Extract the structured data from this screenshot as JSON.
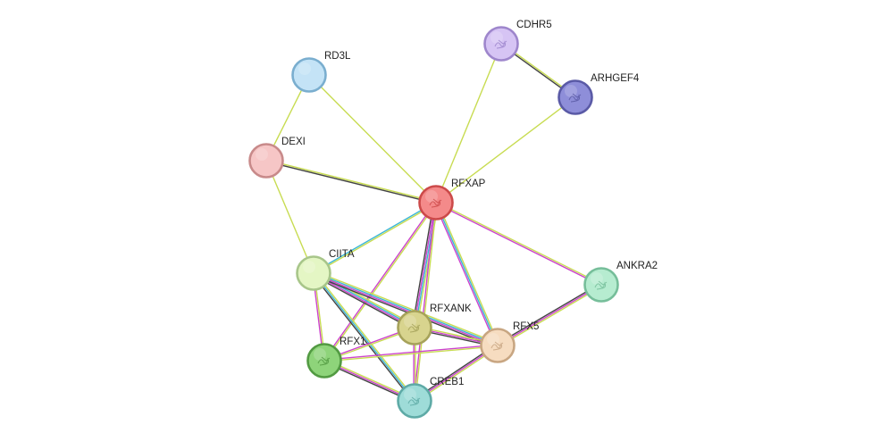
{
  "nodes": [
    {
      "id": "RD3L",
      "label": "RD3L",
      "color": "#c4e3f6",
      "border": "#7aaecf",
      "icon": "empty-node-icon"
    },
    {
      "id": "CDHR5",
      "label": "CDHR5",
      "color": "#d6c4f4",
      "border": "#9e86cc",
      "icon": "protein-structure-icon"
    },
    {
      "id": "ARHGEF4",
      "label": "ARHGEF4",
      "color": "#8e8ed9",
      "border": "#5a5aa6",
      "icon": "protein-structure-icon"
    },
    {
      "id": "DEXI",
      "label": "DEXI",
      "color": "#f6c6c6",
      "border": "#c88a8a",
      "icon": "empty-node-icon"
    },
    {
      "id": "RFXAP",
      "label": "RFXAP",
      "color": "#f48a8a",
      "border": "#cc4a4a",
      "icon": "protein-structure-icon"
    },
    {
      "id": "CIITA",
      "label": "CIITA",
      "color": "#e4f6c4",
      "border": "#a8c68a",
      "icon": "empty-node-icon"
    },
    {
      "id": "ANKRA2",
      "label": "ANKRA2",
      "color": "#b6ecd0",
      "border": "#76be9a",
      "icon": "protein-structure-icon"
    },
    {
      "id": "RFXANK",
      "label": "RFXANK",
      "color": "#d8d48e",
      "border": "#a6a25a",
      "icon": "protein-structure-icon"
    },
    {
      "id": "RFX5",
      "label": "RFX5",
      "color": "#f6dcc0",
      "border": "#c8a682",
      "icon": "protein-structure-icon"
    },
    {
      "id": "RFX1",
      "label": "RFX1",
      "color": "#8ed47a",
      "border": "#529a42",
      "icon": "protein-structure-icon"
    },
    {
      "id": "CREB1",
      "label": "CREB1",
      "color": "#9edcd8",
      "border": "#5eaaa6",
      "icon": "protein-structure-icon"
    }
  ],
  "edges": [
    {
      "source": "RD3L",
      "target": "DEXI",
      "evidence": [
        "#c8dc52"
      ]
    },
    {
      "source": "RD3L",
      "target": "RFXAP",
      "evidence": [
        "#c8dc52"
      ]
    },
    {
      "source": "CDHR5",
      "target": "ARHGEF4",
      "evidence": [
        "#c8dc52",
        "#444444"
      ]
    },
    {
      "source": "CDHR5",
      "target": "RFXAP",
      "evidence": [
        "#c8dc52"
      ]
    },
    {
      "source": "ARHGEF4",
      "target": "RFXAP",
      "evidence": [
        "#c8dc52"
      ]
    },
    {
      "source": "DEXI",
      "target": "RFXAP",
      "evidence": [
        "#c8dc52",
        "#444444"
      ]
    },
    {
      "source": "DEXI",
      "target": "CIITA",
      "evidence": [
        "#c8dc52"
      ]
    },
    {
      "source": "RFXAP",
      "target": "CIITA",
      "evidence": [
        "#c8dc52",
        "#3cb6d6"
      ]
    },
    {
      "source": "RFXAP",
      "target": "ANKRA2",
      "evidence": [
        "#c8dc52",
        "#cc44cc"
      ]
    },
    {
      "source": "RFXAP",
      "target": "RFXANK",
      "evidence": [
        "#c8dc52",
        "#3cb6d6",
        "#cc44cc",
        "#444444"
      ]
    },
    {
      "source": "RFXAP",
      "target": "RFX5",
      "evidence": [
        "#c8dc52",
        "#3cb6d6",
        "#cc44cc"
      ]
    },
    {
      "source": "RFXAP",
      "target": "RFX1",
      "evidence": [
        "#c8dc52",
        "#cc44cc"
      ]
    },
    {
      "source": "RFXAP",
      "target": "CREB1",
      "evidence": [
        "#c8dc52",
        "#cc44cc"
      ]
    },
    {
      "source": "CIITA",
      "target": "RFXANK",
      "evidence": [
        "#c8dc52",
        "#3cb6d6",
        "#cc44cc",
        "#444444"
      ]
    },
    {
      "source": "CIITA",
      "target": "RFX5",
      "evidence": [
        "#c8dc52",
        "#3cb6d6",
        "#cc44cc",
        "#444444"
      ]
    },
    {
      "source": "CIITA",
      "target": "RFX1",
      "evidence": [
        "#c8dc52",
        "#cc44cc"
      ]
    },
    {
      "source": "CIITA",
      "target": "CREB1",
      "evidence": [
        "#c8dc52",
        "#3cb6d6",
        "#444444"
      ]
    },
    {
      "source": "ANKRA2",
      "target": "RFX5",
      "evidence": [
        "#c8dc52",
        "#cc44cc",
        "#444444"
      ]
    },
    {
      "source": "RFXANK",
      "target": "RFX5",
      "evidence": [
        "#c8dc52",
        "#cc44cc",
        "#444444"
      ]
    },
    {
      "source": "RFXANK",
      "target": "RFX1",
      "evidence": [
        "#c8dc52",
        "#cc44cc"
      ]
    },
    {
      "source": "RFXANK",
      "target": "CREB1",
      "evidence": [
        "#c8dc52",
        "#cc44cc"
      ]
    },
    {
      "source": "RFX5",
      "target": "RFX1",
      "evidence": [
        "#c8dc52",
        "#cc44cc"
      ]
    },
    {
      "source": "RFX5",
      "target": "CREB1",
      "evidence": [
        "#c8dc52",
        "#cc44cc",
        "#444444"
      ]
    },
    {
      "source": "RFX1",
      "target": "CREB1",
      "evidence": [
        "#c8dc52",
        "#cc44cc",
        "#444444"
      ]
    }
  ]
}
